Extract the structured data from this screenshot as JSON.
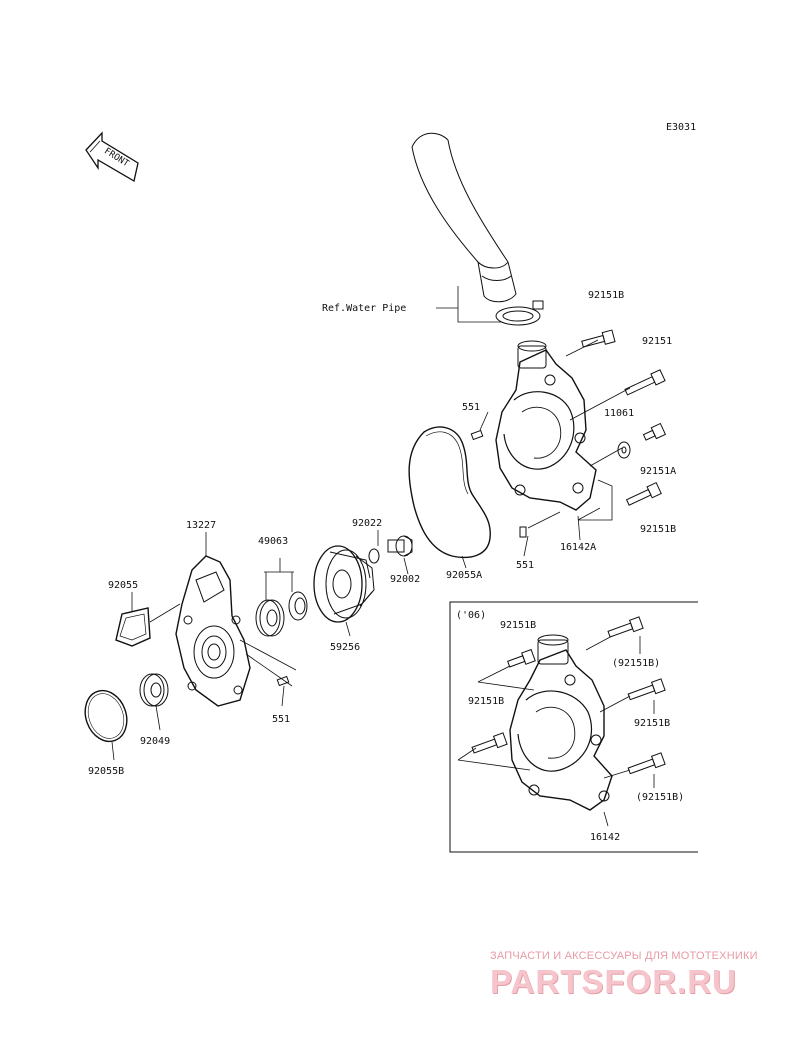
{
  "diagram": {
    "code": "E3031",
    "front_label": "FRONT",
    "ref_label": "Ref.Water Pipe",
    "parts": {
      "p92151B_top": "92151B",
      "p92151": "92151",
      "p551_a": "551",
      "p11061": "11061",
      "p92151A": "92151A",
      "p92151B_mid": "92151B",
      "p16142A": "16142A",
      "p551_b": "551",
      "p92022": "92022",
      "p92002": "92002",
      "p92055A": "92055A",
      "p13227": "13227",
      "p49063": "49063",
      "p92055": "92055",
      "p59256": "59256",
      "p551_c": "551",
      "p92049": "92049",
      "p92055B": "92055B"
    },
    "inset": {
      "year_label": "('06)",
      "p92151B_a": "92151B",
      "p92151B_paren_a": "(92151B)",
      "p92151B_b": "92151B",
      "p92151B_c": "92151B",
      "p92151B_paren_b": "(92151B)",
      "p16142": "16142"
    }
  },
  "watermark": {
    "tagline": "ЗАПЧАСТИ И АКСЕССУАРЫ ДЛЯ МОТОТЕХНИКИ",
    "brand": "PARTSFOR.RU",
    "color": "#f08f9c"
  }
}
